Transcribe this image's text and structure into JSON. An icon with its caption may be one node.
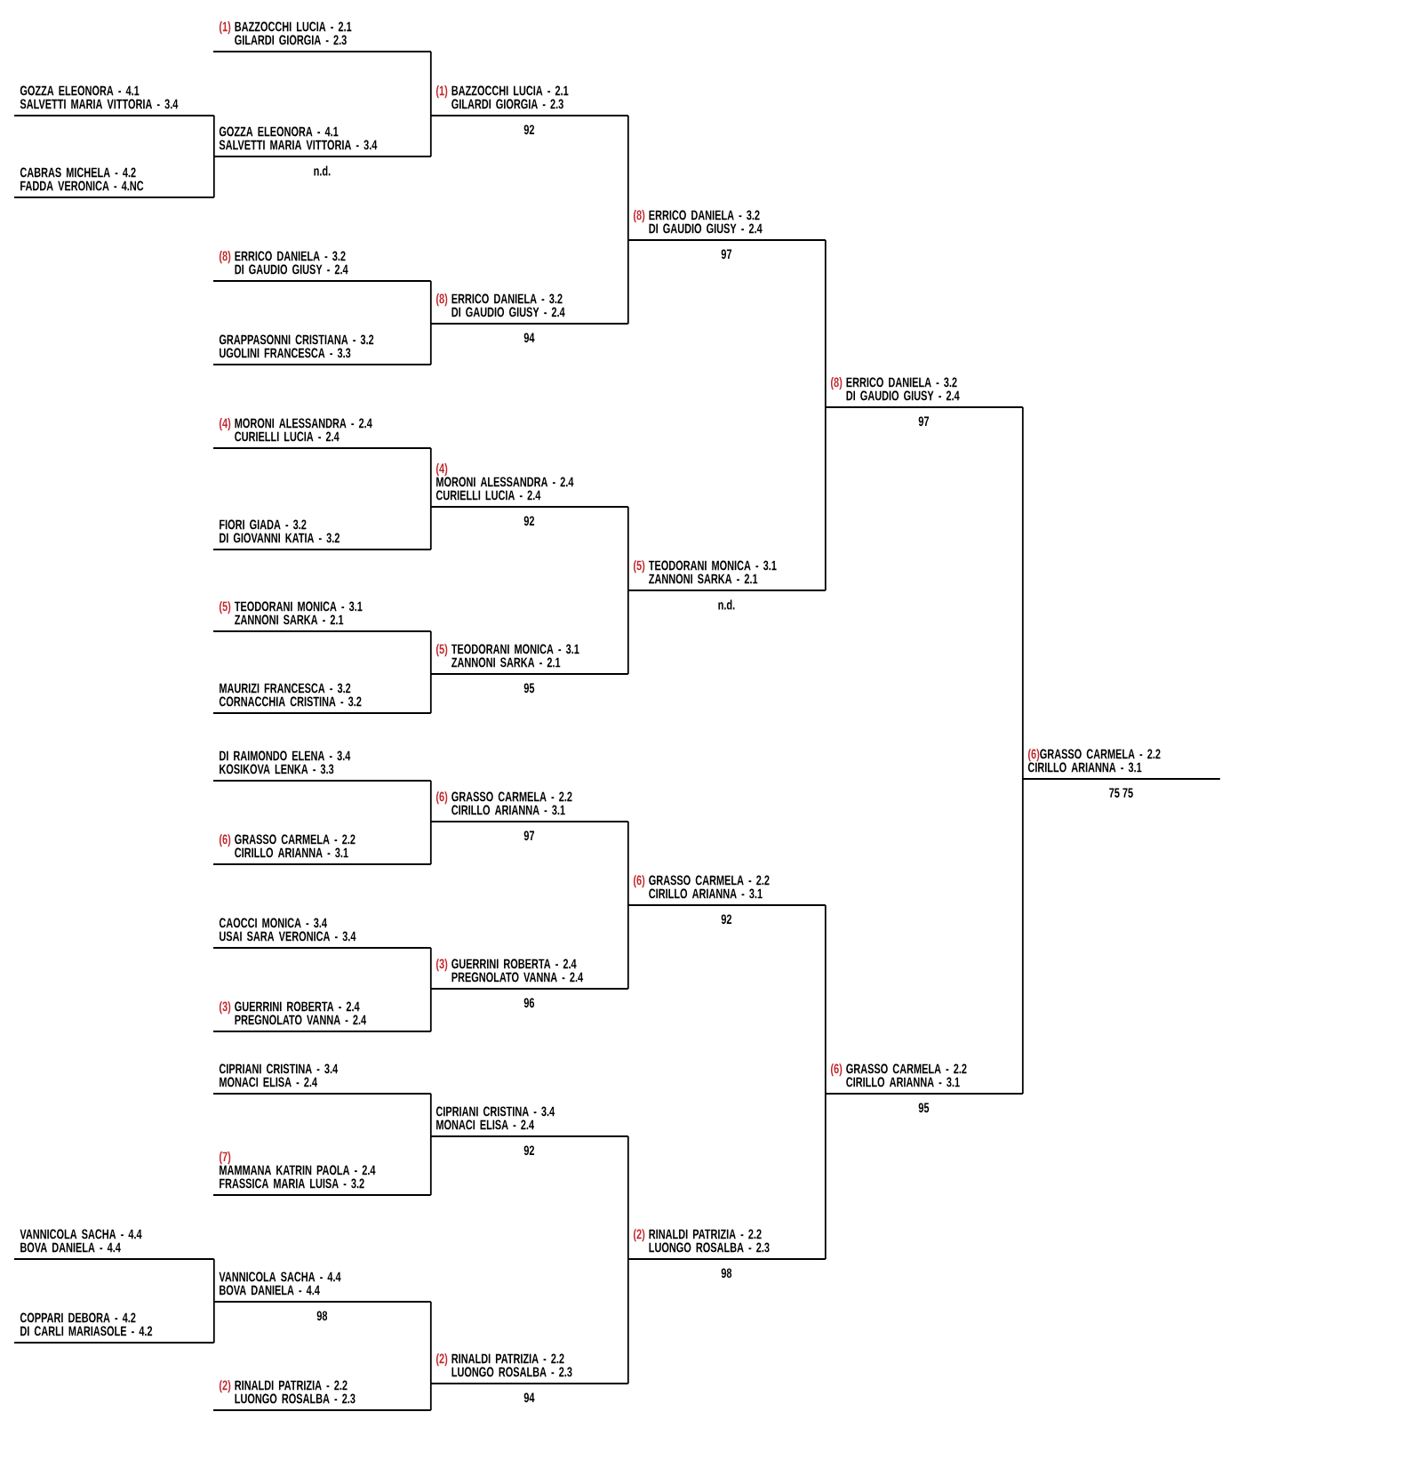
{
  "diagram": {
    "nodes": [
      {
        "text": [
          "GOZZA ELEONORA - 4.1",
          "SALVETTI MARIA VITTORIA - 3.4"
        ]
      },
      {
        "text": [
          "CABRAS MICHELA - 4.2",
          "FADDA VERONICA - 4.NC"
        ]
      },
      {
        "text": [
          "VANNICOLA SACHA - 4.4",
          "BOVA DANIELA - 4.4"
        ]
      },
      {
        "text": [
          "COPPARI DEBORA - 4.2",
          "DI CARLI MARIASOLE - 4.2"
        ]
      },
      {
        "text": [
          "(1)",
          "BAZZOCCHI LUCIA - 2.1",
          "GILARDI GIORGIA - 2.3"
        ]
      },
      {
        "text": [
          "GOZZA ELEONORA - 4.1",
          "SALVETTI MARIA VITTORIA - 3.4"
        ],
        "beside": [
          "n.d."
        ]
      },
      {
        "text": [
          "(8)",
          "ERRICO DANIELA - 3.2",
          "DI GAUDIO GIUSY - 2.4"
        ]
      },
      {
        "text": [
          "GRAPPASONNI CRISTIANA - 3.2",
          "UGOLINI FRANCESCA - 3.3"
        ]
      },
      {
        "text": [
          "(4)",
          "MORONI ALESSANDRA - 2.4",
          "CURIELLI LUCIA - 2.4"
        ]
      },
      {
        "text": [
          "FIORI GIADA - 3.2",
          "DI GIOVANNI KATIA - 3.2"
        ]
      },
      {
        "text": [
          "(5)",
          "TEODORANI MONICA - 3.1",
          "ZANNONI SARKA - 2.1"
        ]
      },
      {
        "text": [
          "MAURIZI FRANCESCA - 3.2",
          "CORNACCHIA CRISTINA - 3.2"
        ]
      },
      {
        "text": [
          "DI RAIMONDO ELENA - 3.4",
          "KOSIKOVA LENKA - 3.3"
        ]
      },
      {
        "text": [
          "(6)",
          "GRASSO CARMELA - 2.2",
          "CIRILLO ARIANNA - 3.1"
        ]
      },
      {
        "text": [
          "CAOCCI MONICA - 3.4",
          "USAI SARA VERONICA - 3.4"
        ]
      },
      {
        "text": [
          "(3)",
          "GUERRINI ROBERTA - 2.4",
          "PREGNOLATO VANNA - 2.4"
        ]
      },
      {
        "text": [
          "CIPRIANI CRISTINA - 3.4",
          "MONACI ELISA - 2.4"
        ]
      },
      {
        "text": [
          "(7)",
          "MAMMANA KATRIN PAOLA - 2.4",
          "FRASSICA MARIA LUISA - 3.2"
        ]
      },
      {
        "text": [
          "VANNICOLA SACHA - 4.4",
          "BOVA DANIELA - 4.4"
        ],
        "beside": [
          "98"
        ]
      },
      {
        "text": [
          "(2)",
          "RINALDI PATRIZIA - 2.2",
          "LUONGO ROSALBA - 2.3"
        ]
      },
      {
        "text": [
          "(1)",
          "BAZZOCCHI LUCIA - 2.1",
          "GILARDI GIORGIA - 2.3"
        ],
        "beside": [
          "92"
        ]
      },
      {
        "text": [
          "(8)",
          "ERRICO DANIELA - 3.2",
          "DI GAUDIO GIUSY - 2.4"
        ],
        "beside": [
          "94"
        ]
      },
      {
        "text": [
          "(4)",
          "MORONI ALESSANDRA - 2.4",
          "CURIELLI LUCIA - 2.4"
        ],
        "beside": [
          "92"
        ]
      },
      {
        "text": [
          "(5)",
          "TEODORANI MONICA - 3.1",
          "ZANNONI SARKA - 2.1"
        ],
        "beside": [
          "95"
        ]
      },
      {
        "text": [
          "(6)",
          "GRASSO CARMELA - 2.2",
          "CIRILLO ARIANNA - 3.1"
        ],
        "beside": [
          "97"
        ]
      },
      {
        "text": [
          "(3)",
          "GUERRINI ROBERTA - 2.4",
          "PREGNOLATO VANNA - 2.4"
        ],
        "beside": [
          "96"
        ]
      },
      {
        "text": [
          "CIPRIANI CRISTINA - 3.4",
          "MONACI ELISA - 2.4"
        ],
        "beside": [
          "92"
        ]
      },
      {
        "text": [
          "(2)",
          "RINALDI PATRIZIA - 2.2",
          "LUONGO ROSALBA - 2.3"
        ],
        "beside": [
          "94"
        ]
      },
      {
        "text": [
          "(8)",
          "ERRICO DANIELA - 3.2",
          "DI GAUDIO GIUSY - 2.4"
        ],
        "beside": [
          "97"
        ]
      },
      {
        "text": [
          "(5)",
          "TEODORANI MONICA - 3.1",
          "ZANNONI SARKA - 2.1"
        ],
        "beside": [
          "n.d."
        ]
      },
      {
        "text": [
          "(6)",
          "GRASSO CARMELA - 2.2",
          "CIRILLO ARIANNA - 3.1"
        ],
        "beside": [
          "92"
        ]
      },
      {
        "text": [
          "(2)",
          "RINALDI PATRIZIA - 2.2",
          "LUONGO ROSALBA - 2.3"
        ],
        "beside": [
          "98"
        ]
      },
      {
        "text": [
          "(8)",
          "ERRICO DANIELA - 3.2",
          "DI GAUDIO GIUSY - 2.4"
        ],
        "beside": [
          "97"
        ]
      },
      {
        "text": [
          "(6)",
          "GRASSO CARMELA - 2.2",
          "CIRILLO ARIANNA - 3.1"
        ],
        "beside": [
          "95"
        ]
      },
      {
        "text": [
          "(6)",
          "GRASSO CARMELA - 2.2",
          "CIRILLO ARIANNA - 3.1"
        ],
        "beside": [
          "75 75"
        ]
      }
    ],
    "edges": [
      {
        "from": 0,
        "to": 5,
        "arrow": "none"
      },
      {
        "from": 1,
        "to": 5,
        "arrow": "none"
      },
      {
        "from": 2,
        "to": 18,
        "arrow": "none"
      },
      {
        "from": 3,
        "to": 18,
        "arrow": "none"
      },
      {
        "from": 4,
        "to": 20,
        "arrow": "none"
      },
      {
        "from": 5,
        "to": 20,
        "arrow": "none"
      },
      {
        "from": 6,
        "to": 21,
        "arrow": "none"
      },
      {
        "from": 7,
        "to": 21,
        "arrow": "none"
      },
      {
        "from": 8,
        "to": 22,
        "arrow": "none"
      },
      {
        "from": 9,
        "to": 22,
        "arrow": "none"
      },
      {
        "from": 10,
        "to": 23,
        "arrow": "none"
      },
      {
        "from": 11,
        "to": 23,
        "arrow": "none"
      },
      {
        "from": 12,
        "to": 24,
        "arrow": "none"
      },
      {
        "from": 13,
        "to": 24,
        "arrow": "none"
      },
      {
        "from": 14,
        "to": 25,
        "arrow": "none"
      },
      {
        "from": 15,
        "to": 25,
        "arrow": "none"
      },
      {
        "from": 16,
        "to": 26,
        "arrow": "none"
      },
      {
        "from": 17,
        "to": 26,
        "arrow": "none"
      },
      {
        "from": 18,
        "to": 27,
        "arrow": "none"
      },
      {
        "from": 19,
        "to": 27,
        "arrow": "none"
      },
      {
        "from": 20,
        "to": 28,
        "arrow": "none"
      },
      {
        "from": 21,
        "to": 28,
        "arrow": "none"
      },
      {
        "from": 22,
        "to": 29,
        "arrow": "none"
      },
      {
        "from": 23,
        "to": 29,
        "arrow": "none"
      },
      {
        "from": 24,
        "to": 30,
        "arrow": "none"
      },
      {
        "from": 25,
        "to": 30,
        "arrow": "none"
      },
      {
        "from": 26,
        "to": 31,
        "arrow": "none"
      },
      {
        "from": 27,
        "to": 31,
        "arrow": "none"
      },
      {
        "from": 28,
        "to": 32,
        "arrow": "none"
      },
      {
        "from": 29,
        "to": 32,
        "arrow": "none"
      },
      {
        "from": 30,
        "to": 33,
        "arrow": "none"
      },
      {
        "from": 31,
        "to": 33,
        "arrow": "none"
      },
      {
        "from": 32,
        "to": 34,
        "arrow": "none"
      },
      {
        "from": 33,
        "to": 34,
        "arrow": "none"
      }
    ]
  }
}
